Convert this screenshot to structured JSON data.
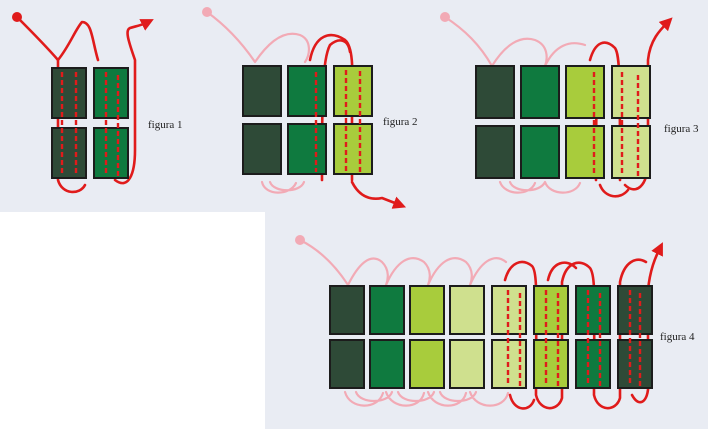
{
  "figures": [
    {
      "id": "fig1",
      "label": "figura 1"
    },
    {
      "id": "fig2",
      "label": "figura 2"
    },
    {
      "id": "fig3",
      "label": "figura 3"
    },
    {
      "id": "fig4",
      "label": "figura 4"
    }
  ],
  "colors": {
    "panel": "#e9ecf3",
    "bead_dark": "#2e4a37",
    "bead_green": "#0f7a3f",
    "bead_lime": "#a8cc3c",
    "bead_pale": "#cfe08e",
    "thread_new": "#e01b1b",
    "thread_used": "#f2aab5"
  },
  "legend_icons": [
    "thread-arrow-icon",
    "knot-icon",
    "bead-icon"
  ]
}
